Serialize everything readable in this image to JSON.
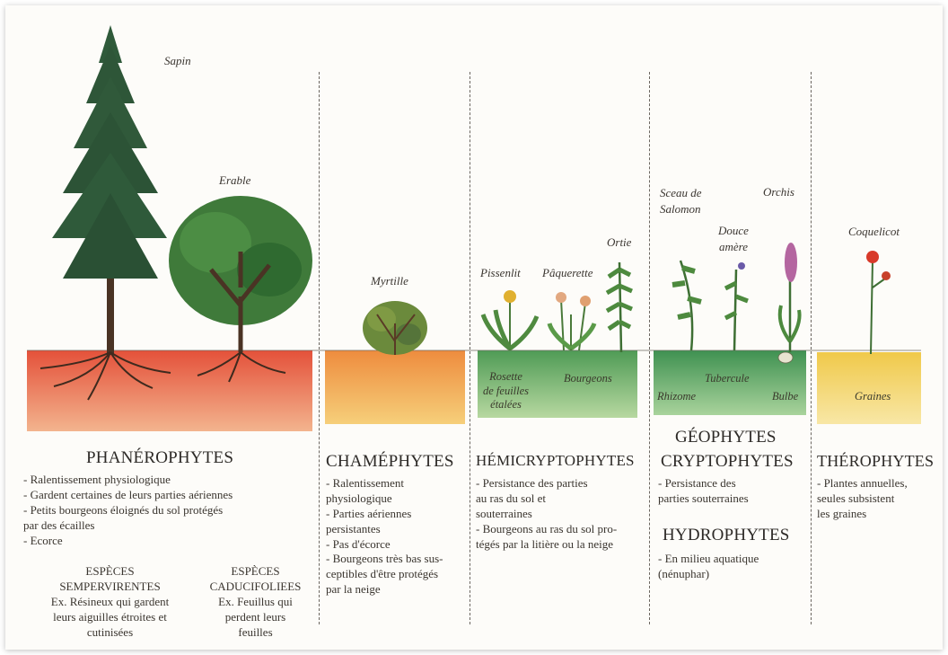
{
  "plant_labels": {
    "sapin": "Sapin",
    "erable": "Erable",
    "myrtille": "Myrtille",
    "pissenlit": "Pissenlit",
    "paquerette": "Pâquerette",
    "ortie": "Ortie",
    "sceau": [
      "Sceau de",
      "Salomon"
    ],
    "douce": [
      "Douce",
      "amère"
    ],
    "orchis": "Orchis",
    "coquelicot": "Coquelicot"
  },
  "soil_labels": {
    "rosette": [
      "Rosette",
      "de feuilles",
      "étalées"
    ],
    "bourgeons": "Bourgeons",
    "rhizome": "Rhizome",
    "tubercule": "Tubercule",
    "bulbe": "Bulbe",
    "graines": "Graines"
  },
  "groups": {
    "phanerophytes": {
      "title": "PHANÉROPHYTES",
      "lines": [
        "- Ralentissement physiologique",
        "- Gardent certaines de leurs parties aériennes",
        "- Petits bourgeons éloignés du sol protégés",
        "par des écailles",
        "- Ecorce"
      ],
      "species_left": [
        "ESPÈCES",
        "SEMPERVIRENTES",
        "Ex. Résineux qui gardent",
        "leurs aiguilles étroites et",
        "cutinisées"
      ],
      "species_right": [
        "ESPÈCES",
        "CADUCIFOLIEES",
        "Ex. Feuillus qui",
        "perdent leurs",
        "feuilles"
      ]
    },
    "chamephytes": {
      "title": "CHAMÉPHYTES",
      "lines": [
        "- Ralentissement",
        "physiologique",
        "- Parties aériennes",
        "persistantes",
        "- Pas d'écorce",
        "- Bourgeons très bas sus-",
        "ceptibles d'être protégés",
        "par la neige"
      ]
    },
    "hemicryptophytes": {
      "title": "HÉMICRYPTOPHYTES",
      "lines": [
        "- Persistance des parties",
        "au ras du sol et",
        "souterraines",
        "- Bourgeons au ras du sol pro-",
        "tégés par la litière ou la neige"
      ]
    },
    "geophytes": {
      "title_1": "GÉOPHYTES",
      "title_2": "CRYPTOPHYTES",
      "lines": [
        "- Persistance des",
        "parties souterraines"
      ],
      "hydro_title": "HYDROPHYTES",
      "hydro_lines": [
        "- En milieu aquatique",
        "(nénuphar)"
      ]
    },
    "therophytes": {
      "title": "THÉROPHYTES",
      "lines": [
        "- Plantes annuelles,",
        "seules subsistent",
        "les graines"
      ]
    }
  },
  "colors": {
    "soil_red": "#e85a3c",
    "soil_orange": "#f0a050",
    "soil_green": "#6fae62",
    "soil_yellow": "#f2d460",
    "foliage_dark": "#2f5a3a",
    "trunk": "#4a3324"
  }
}
